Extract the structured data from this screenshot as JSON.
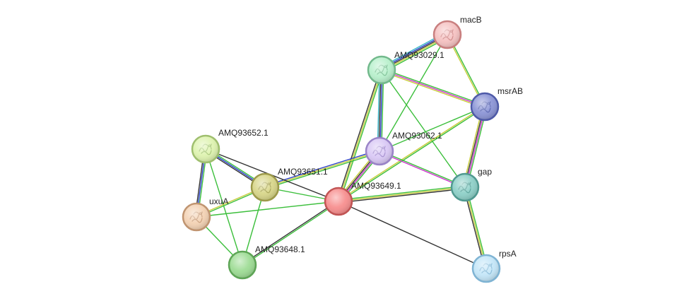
{
  "nodes": [
    {
      "id": "macB",
      "label": "macB",
      "color": "#f5c2c2",
      "border": "#c97f7f",
      "structure": true
    },
    {
      "id": "AMQ93029.1",
      "label": "AMQ93029.1",
      "color": "#b8f0cc",
      "border": "#72b98c",
      "structure": true
    },
    {
      "id": "msrAB",
      "label": "msrAB",
      "color": "#8c95d6",
      "border": "#4e5aa8",
      "structure": true
    },
    {
      "id": "AMQ93652.1",
      "label": "AMQ93652.1",
      "color": "#def3b0",
      "border": "#9fbf6e",
      "structure": true
    },
    {
      "id": "AMQ93062.1",
      "label": "AMQ93062.1",
      "color": "#d9c8f5",
      "border": "#9a84c8",
      "structure": true
    },
    {
      "id": "AMQ93651.1",
      "label": "AMQ93651.1",
      "color": "#d8d68a",
      "border": "#9d9a4a",
      "structure": true
    },
    {
      "id": "gap",
      "label": "gap",
      "color": "#8ed0c8",
      "border": "#4f9990",
      "structure": true
    },
    {
      "id": "AMQ93649.1",
      "label": "AMQ93649.1",
      "color": "#f78f8f",
      "border": "#c25454",
      "structure": false
    },
    {
      "id": "uxuA",
      "label": "uxuA",
      "color": "#f3d2b4",
      "border": "#c09470",
      "structure": true
    },
    {
      "id": "AMQ93648.1",
      "label": "AMQ93648.1",
      "color": "#9edc95",
      "border": "#5ea556",
      "structure": false
    },
    {
      "id": "rpsA",
      "label": "rpsA",
      "color": "#c4e6f8",
      "border": "#7fb4d4",
      "structure": true
    }
  ],
  "edge_colors": {
    "green": "#3cbf3c",
    "yellow": "#c8cc3a",
    "black": "#333333",
    "blue": "#2a3ec8",
    "magenta": "#cc33cc",
    "cyan": "#38b6c8"
  },
  "edges": [
    {
      "from": "macB",
      "to": "AMQ93029.1",
      "types": [
        "green",
        "yellow",
        "black",
        "blue",
        "cyan"
      ]
    },
    {
      "from": "macB",
      "to": "msrAB",
      "types": [
        "green",
        "yellow"
      ]
    },
    {
      "from": "macB",
      "to": "AMQ93062.1",
      "types": [
        "green"
      ]
    },
    {
      "from": "AMQ93029.1",
      "to": "msrAB",
      "types": [
        "green",
        "magenta",
        "yellow"
      ]
    },
    {
      "from": "AMQ93029.1",
      "to": "AMQ93062.1",
      "types": [
        "green",
        "blue",
        "black",
        "cyan"
      ]
    },
    {
      "from": "AMQ93029.1",
      "to": "AMQ93649.1",
      "types": [
        "green",
        "yellow",
        "black"
      ]
    },
    {
      "from": "AMQ93029.1",
      "to": "gap",
      "types": [
        "green"
      ]
    },
    {
      "from": "msrAB",
      "to": "gap",
      "types": [
        "green",
        "magenta",
        "black",
        "yellow"
      ]
    },
    {
      "from": "msrAB",
      "to": "AMQ93649.1",
      "types": [
        "green",
        "yellow"
      ]
    },
    {
      "from": "msrAB",
      "to": "AMQ93062.1",
      "types": [
        "green"
      ]
    },
    {
      "from": "AMQ93062.1",
      "to": "AMQ93649.1",
      "types": [
        "green",
        "magenta",
        "black",
        "yellow"
      ]
    },
    {
      "from": "AMQ93062.1",
      "to": "gap",
      "types": [
        "green",
        "magenta"
      ]
    },
    {
      "from": "AMQ93062.1",
      "to": "AMQ93651.1",
      "types": [
        "green",
        "yellow",
        "blue"
      ]
    },
    {
      "from": "AMQ93649.1",
      "to": "gap",
      "types": [
        "green",
        "yellow",
        "black"
      ]
    },
    {
      "from": "AMQ93649.1",
      "to": "rpsA",
      "types": [
        "black"
      ]
    },
    {
      "from": "AMQ93649.1",
      "to": "AMQ93651.1",
      "types": [
        "green"
      ]
    },
    {
      "from": "AMQ93649.1",
      "to": "AMQ93652.1",
      "types": [
        "black"
      ]
    },
    {
      "from": "AMQ93649.1",
      "to": "uxuA",
      "types": [
        "green"
      ]
    },
    {
      "from": "AMQ93649.1",
      "to": "AMQ93648.1",
      "types": [
        "green",
        "black"
      ]
    },
    {
      "from": "gap",
      "to": "rpsA",
      "types": [
        "green",
        "yellow",
        "black"
      ]
    },
    {
      "from": "AMQ93652.1",
      "to": "AMQ93651.1",
      "types": [
        "green",
        "blue",
        "black"
      ]
    },
    {
      "from": "AMQ93652.1",
      "to": "uxuA",
      "types": [
        "green",
        "blue",
        "black"
      ]
    },
    {
      "from": "AMQ93652.1",
      "to": "AMQ93648.1",
      "types": [
        "green"
      ]
    },
    {
      "from": "AMQ93651.1",
      "to": "uxuA",
      "types": [
        "green",
        "yellow"
      ]
    },
    {
      "from": "AMQ93651.1",
      "to": "AMQ93648.1",
      "types": [
        "green"
      ]
    },
    {
      "from": "uxuA",
      "to": "AMQ93648.1",
      "types": [
        "green"
      ]
    }
  ]
}
